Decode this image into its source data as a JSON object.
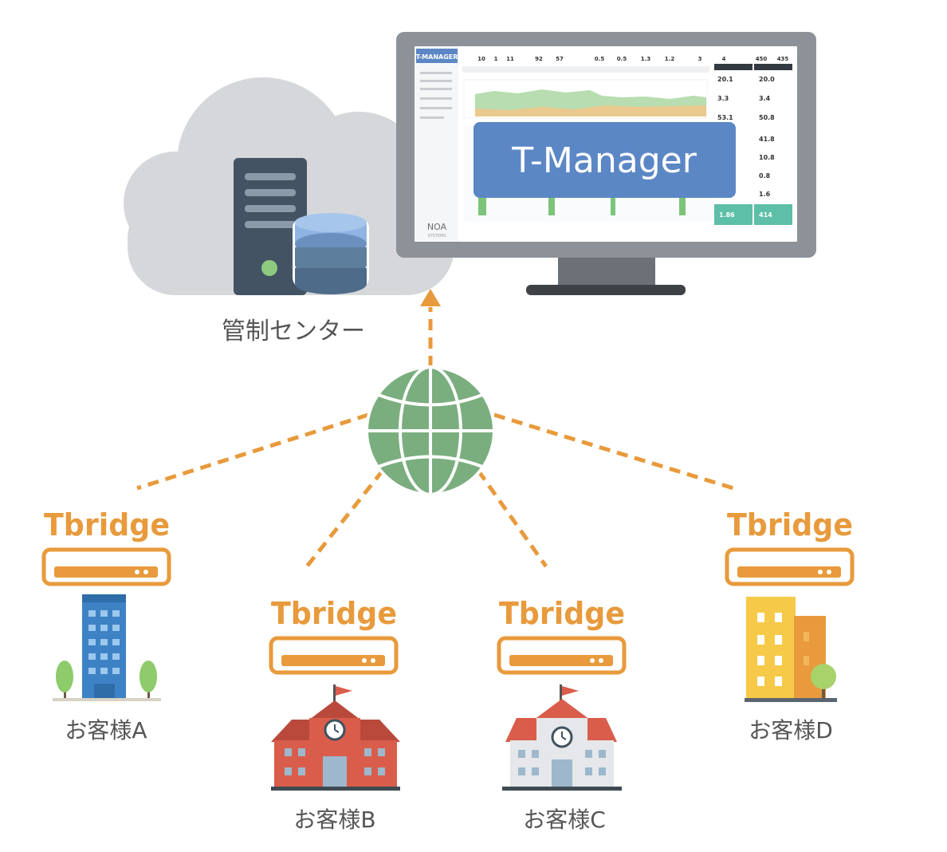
{
  "center": {
    "label": "管制センター"
  },
  "monitor": {
    "banner": "T-Manager",
    "app_logo": "T-MANAGER",
    "vendor_logo": "NOA",
    "vendor_sub": "SYSTEMS",
    "metrics": [
      "10",
      "1",
      "11",
      "92",
      "57",
      "0.5",
      "0.5",
      "1.3",
      "1.2",
      "3",
      "4",
      "450",
      "435"
    ],
    "panel_values_left": [
      "20.1",
      "3.3",
      "53.1"
    ],
    "panel_values_right": [
      "20.0",
      "3.4",
      "50.8",
      "41.8",
      "10.8",
      "0.8",
      "1.6"
    ],
    "tile_left": "1.86",
    "tile_right": "414"
  },
  "bridge_logo": "Tbridge",
  "customers": [
    {
      "label": "お客様A"
    },
    {
      "label": "お客様B"
    },
    {
      "label": "お客様C"
    },
    {
      "label": "お客様D"
    }
  ],
  "colors": {
    "accent_orange": "#E89A3C",
    "globe_green": "#7BAE7F",
    "cloud_gray": "#D5D7DA",
    "banner_blue": "#5B87C5"
  },
  "icons": [
    "cloud-icon",
    "server-icon",
    "database-icon",
    "monitor-icon",
    "globe-icon",
    "router-icon",
    "office-building-icon",
    "school-icon",
    "apartment-icon",
    "tree-icon"
  ]
}
